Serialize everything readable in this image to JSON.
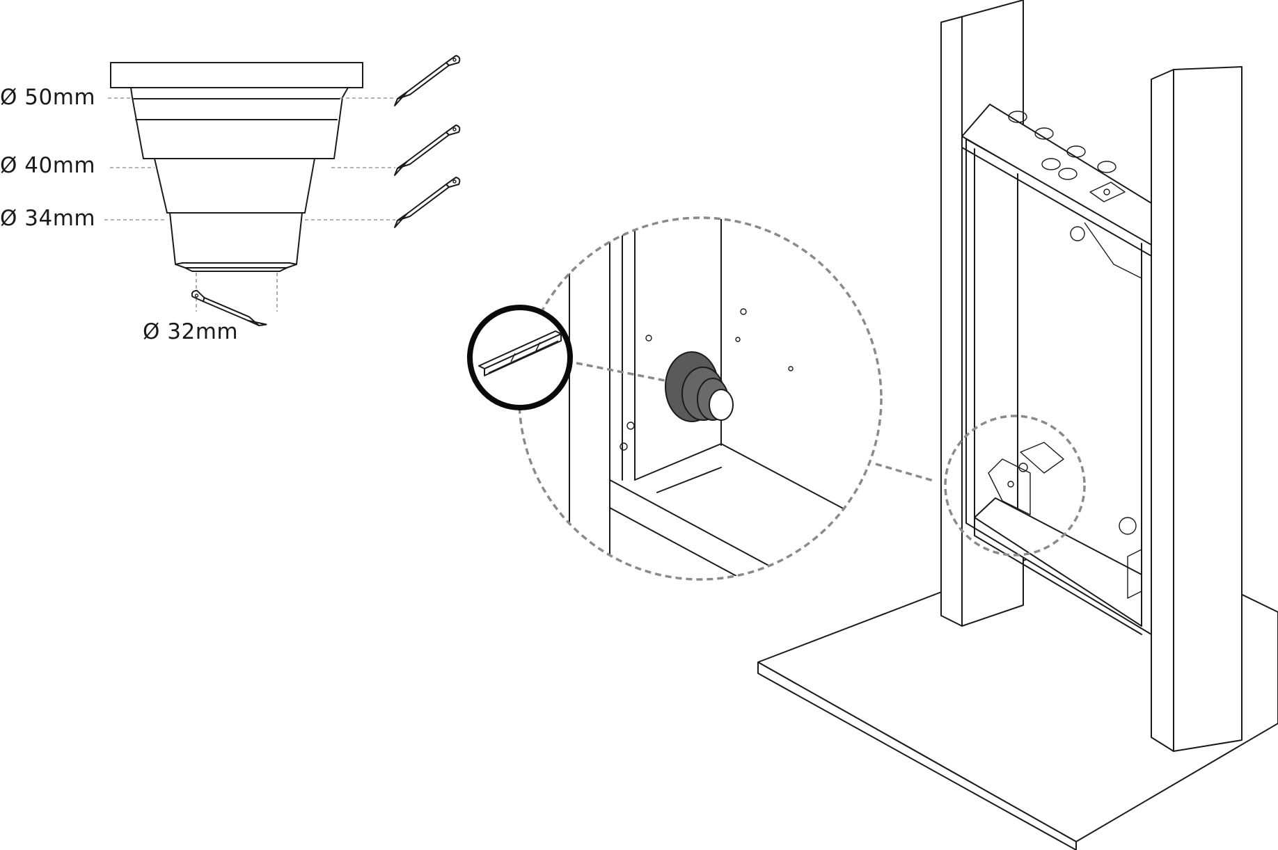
{
  "cone": {
    "sizes": [
      {
        "label": "Ø 50mm"
      },
      {
        "label": "Ø 40mm"
      },
      {
        "label": "Ø 34mm"
      },
      {
        "label": "Ø 32mm"
      }
    ]
  },
  "icons": {
    "cut_tool": "utility-knife-icon",
    "bracket_detail": "u-channel-bracket-icon"
  },
  "colors": {
    "line": "#1a1a1a",
    "dashed_guide": "#9a9a9a",
    "grommet_fill": "#5a5a5a"
  }
}
